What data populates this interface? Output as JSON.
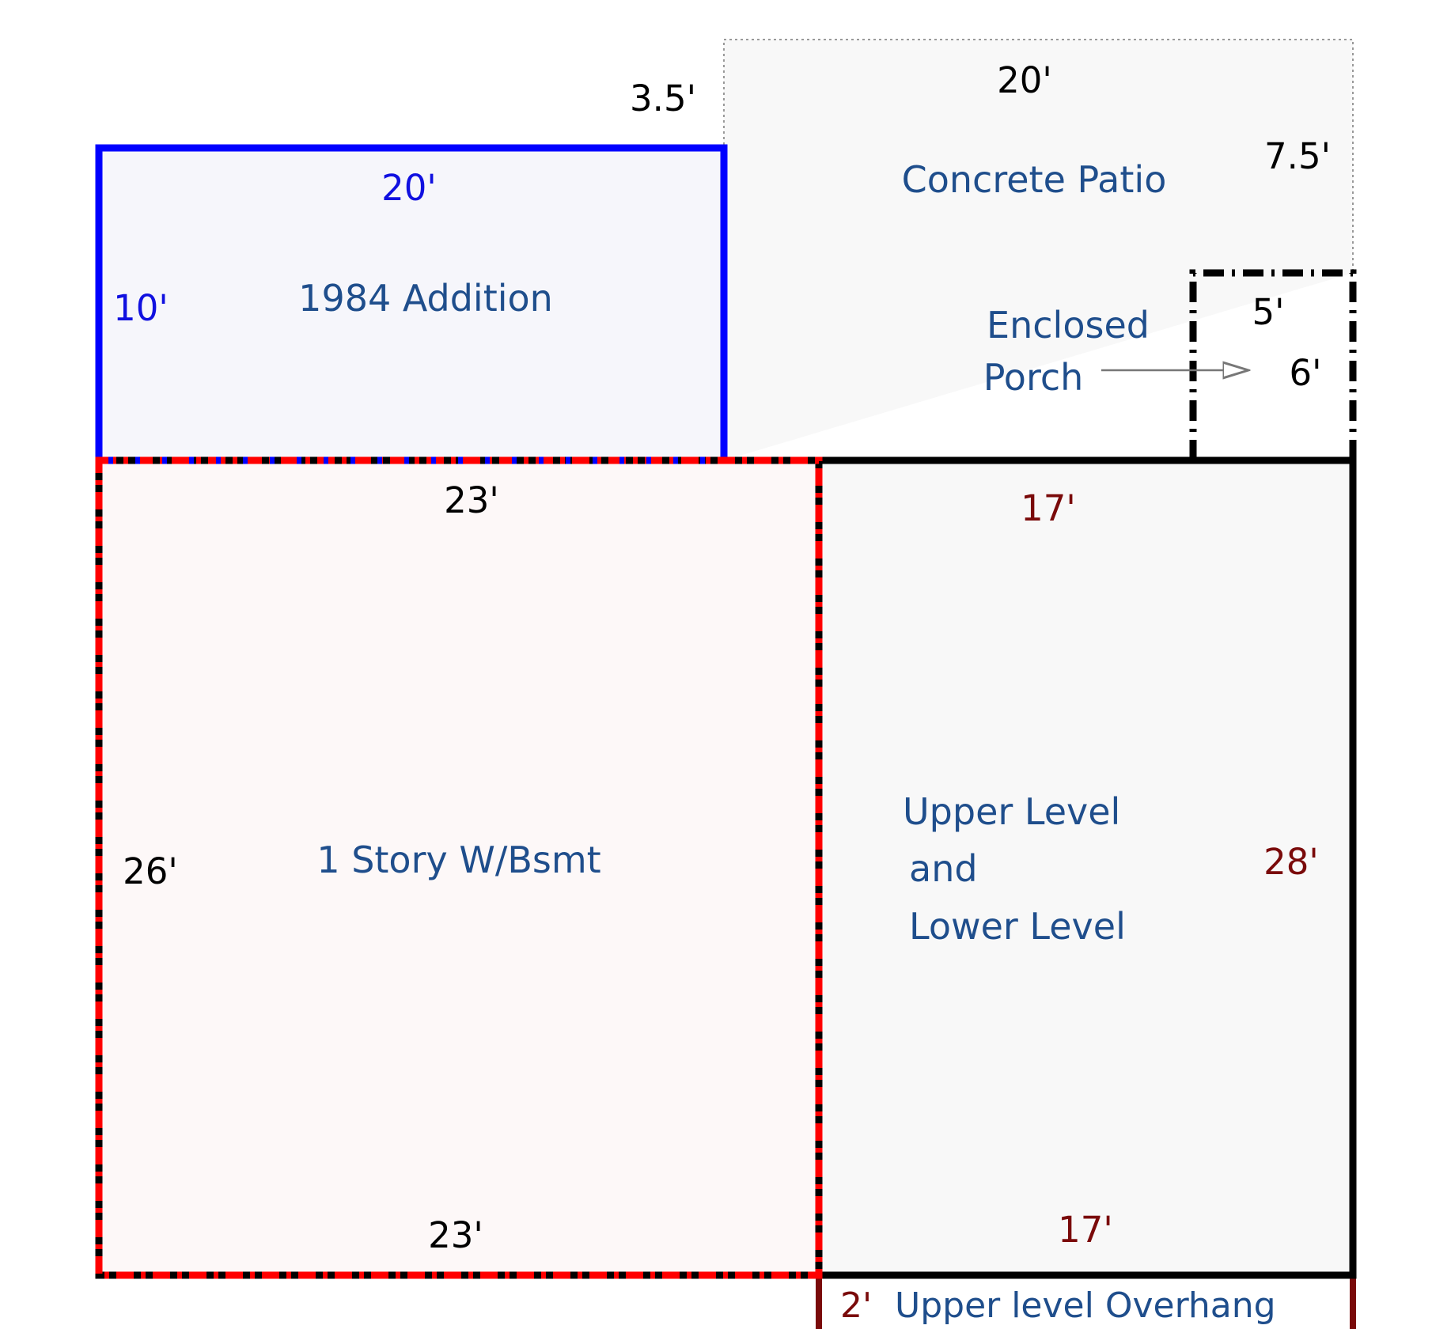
{
  "colors": {
    "addition_outline": "#0000ff",
    "story_outline": "#ff0000",
    "wall": "#000000",
    "overhang_outline": "#7a0a0a",
    "room_label": "#1f4e8c",
    "dim_blue": "#1010e0",
    "dim_black": "#000000",
    "dim_darkred": "#7a0a0a",
    "patio_outline": "#999999"
  },
  "areas": {
    "addition": {
      "name": "1984 Addition",
      "width": "20'",
      "height": "10'"
    },
    "patio": {
      "name": "Concrete Patio",
      "width": "20'",
      "height": "7.5'",
      "offset": "3.5'"
    },
    "porch": {
      "name_line1": "Enclosed",
      "name_line2": "Porch",
      "width": "5'",
      "height": "6'"
    },
    "story": {
      "name": "1 Story W/Bsmt",
      "top": "23'",
      "bottom": "23'",
      "side": "26'"
    },
    "levels": {
      "line1": "Upper Level",
      "line2": "and",
      "line3": "Lower Level",
      "top": "17'",
      "bottom": "17'",
      "side": "28'"
    },
    "overhang": {
      "depth": "2'",
      "name": "Upper level Overhang"
    }
  }
}
